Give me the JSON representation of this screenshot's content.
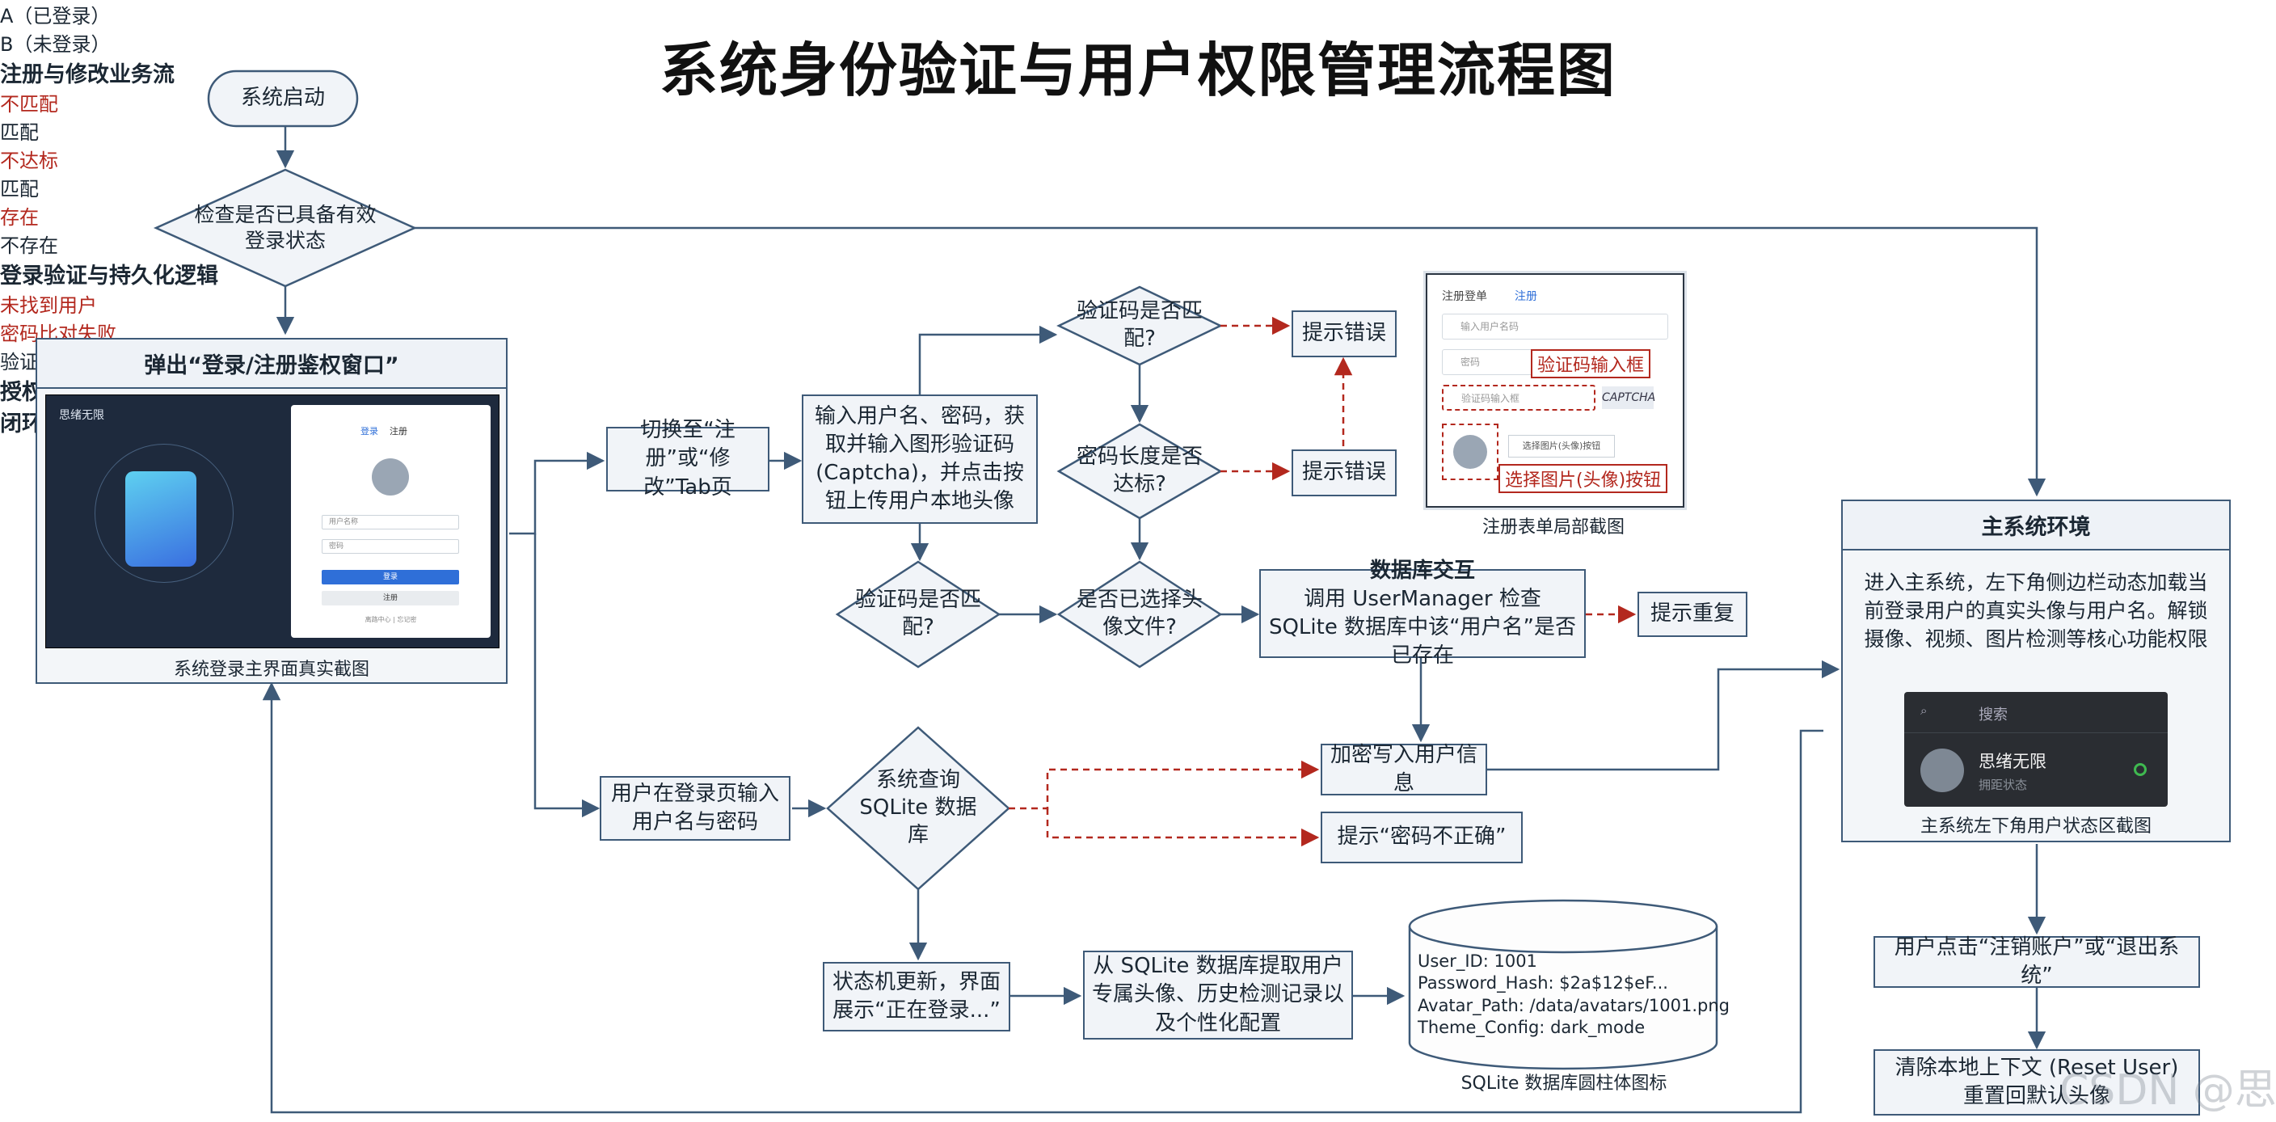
{
  "title": "系统身份验证与用户权限管理流程图",
  "nodes": {
    "start": "系统启动",
    "check_login": "检查是否已具备有效登录状态",
    "auth_window": "弹出“登录/注册鉴权窗口”",
    "switch_tab": "切换至“注册”或“修改”Tab页",
    "input_info": "输入用户名、密码，获取并输入图形验证码(Captcha)，并点击按钮上传用户本地头像",
    "captcha_check_top": "验证码是否匹配?",
    "pwd_len_check": "密码长度是否达标?",
    "error_top": "提示错误",
    "error_mid": "提示错误",
    "captcha_check_left": "验证码是否匹配?",
    "avatar_check": "是否已选择头像文件?",
    "db_interact_title": "数据库交互",
    "db_interact_body": "调用 UserManager 检查 SQLite 数据库中该“用户名”是否已存在",
    "prompt_repeat": "提示重复",
    "encrypt_write": "加密写入用户信息",
    "login_input": "用户在登录页输入用户名与密码",
    "sys_query": "系统查询 SQLite 数据库",
    "pwd_wrong": "提示“密码不正确”",
    "state_update": "状态机更新，界面展示“正在登录...”",
    "fetch_data": "从 SQLite 数据库提取用户专属头像、历史检测记录以及个性化配置",
    "main_env_title": "主系统环境",
    "main_env_body": "进入主系统，左下角侧边栏动态加载当前登录用户的真实头像与用户名。解锁摄像、视频、图片检测等核心功能权限",
    "logout": "用户点击“注销账户”或“退出系统”",
    "clear_ctx": "清除本地上下文 (Reset User) 重置回默认头像"
  },
  "edge_labels": {
    "a_logged": "A（已登录）",
    "b_not_logged": "B（未登录）",
    "register_flow": "注册与修改业务流",
    "login_flow": "登录验证与持久化逻辑",
    "mismatch": "不匹配",
    "match_mid": "匹配",
    "not_meet": "不达标",
    "match_left": "匹配",
    "exists": "存在",
    "not_exists": "不存在",
    "user_not_found": "未找到用户",
    "pwd_compare_fail": "密码比对失败",
    "verified": "验证通过",
    "auth_node": "授权节点",
    "loop_node": "闭环节点"
  },
  "captions": {
    "login_shot": "系统登录主界面真实截图",
    "register_shot": "注册表单局部截图",
    "user_status_shot": "主系统左下角用户状态区截图",
    "cylinder": "SQLite 数据库圆柱体图标"
  },
  "login_screenshot": {
    "brand": "思绪无限",
    "tab_login": "登录",
    "tab_register": "注册",
    "username_ph": "用户名称",
    "password_ph": "密码",
    "login_btn": "登录",
    "register_btn": "注册",
    "footer": "离路中心 | 忘记密"
  },
  "register_screenshot": {
    "tab1": "注册登单",
    "tab2": "注册",
    "username_ph": "输入用户名码",
    "password_ph": "密码",
    "captcha_ph": "验证码输入框",
    "captcha_img": "CAPTCHA",
    "avatar_btn": "选择图片(头像)按钮",
    "tag_captcha": "验证码输入框",
    "tag_avatar": "选择图片(头像)按钮"
  },
  "user_status": {
    "search": "搜索",
    "name": "思绪无限",
    "status": "拥距状态"
  },
  "db_record": {
    "lines": "User_ID: 1001\nPassword_Hash: $2a$12$eF...\nAvatar_Path: /data/avatars/1001.png\nTheme_Config: dark_mode"
  },
  "watermark": "CSDN @思绪无限",
  "colors": {
    "border": "#3e5a78",
    "fill": "#f1f4f8",
    "error": "#b3281e",
    "title": "#111111"
  }
}
